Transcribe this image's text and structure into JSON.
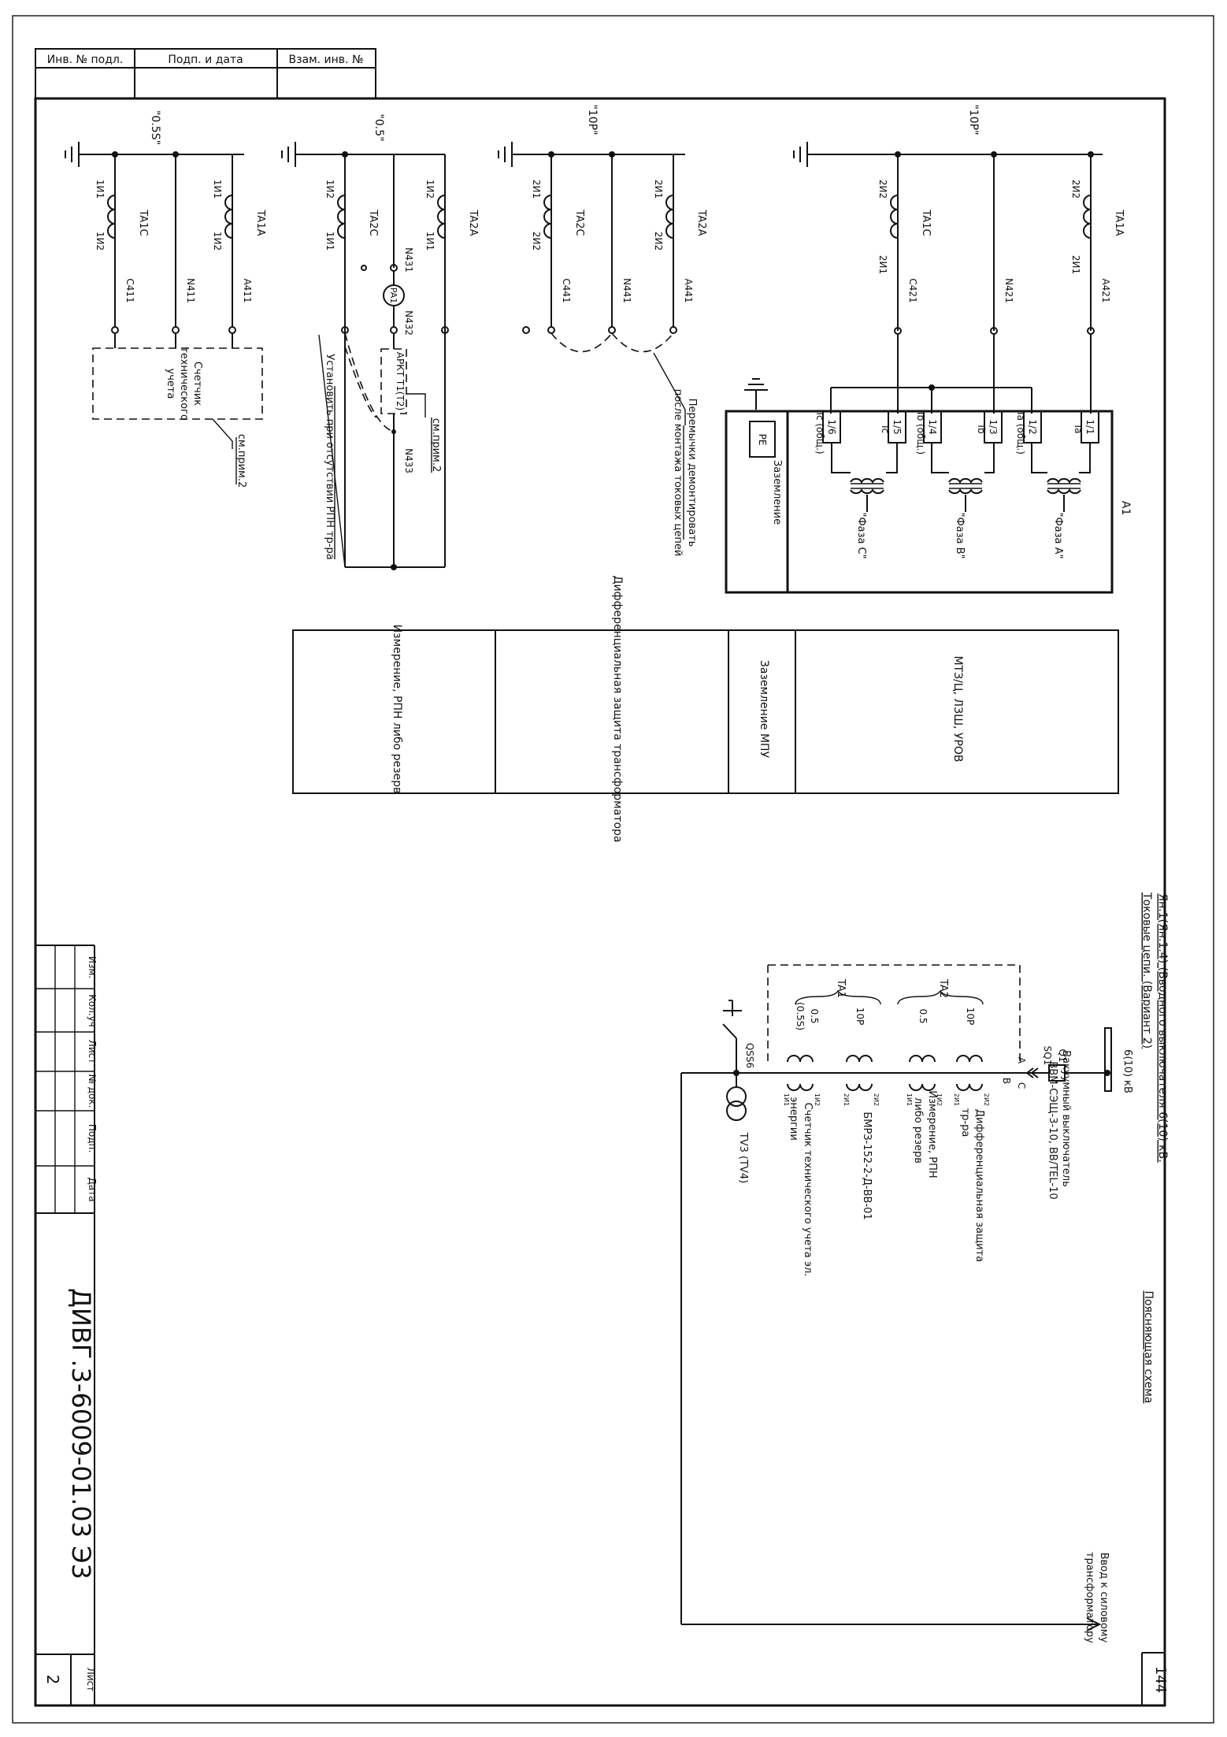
{
  "frame": {
    "top_table": [
      "Инв. № подл.",
      "Подп. и дата",
      "Взам. инв. №"
    ],
    "sheet_number": "144",
    "doc_code": "ДИВГ.3-6009-01.03 Э3",
    "sheet_label": "Лист",
    "sheet_value": "2",
    "rev_table": [
      "Изм.",
      "Кол.уч",
      "Лист",
      "№ док.",
      "Подп.",
      "Дата"
    ]
  },
  "title": {
    "line1": "Ян.1(Ян.1.4) (Вводного выключателя 6(10) кВ.",
    "line2": "Токовые цепи. (Вариант 2)",
    "explanatory": "Поясняющая схема"
  },
  "branches": {
    "b1_class": "\"10Р\"",
    "b2_class": "\"10Р\"",
    "b3_class": "\"0.5\"",
    "b4_class": "\"0.5S\"",
    "ta1a": "TA1A",
    "ta1c": "TA1C",
    "ta2a": "TA2A",
    "ta2c": "TA2C",
    "ta1a_b": "TA1A",
    "ta1c_b": "TA1C",
    "i1": "1И1",
    "i2": "1И2",
    "ii1": "2И1",
    "ii2": "2И2",
    "a421": "A421",
    "n421": "N421",
    "c421": "C421",
    "a441": "A441",
    "n441": "N441",
    "c441": "C441",
    "n431": "N431",
    "n432": "N432",
    "n433": "N433",
    "a411": "A411",
    "n411": "N411",
    "c411": "C411",
    "pa1": "PA1",
    "arkt": "АРКТ Т1(Т2)",
    "note_prim": "см.прим.2",
    "note_prim2": "см.прим.2",
    "install_note": "Установить при отсутствии РПН тр-ра",
    "jumper_note1": "Перемычки демонтировать",
    "jumper_note2": "после монтажа токовых цепей",
    "meter_label1": "Счетчик",
    "meter_label2": "технического",
    "meter_label3": "учета"
  },
  "device_a1": {
    "name": "A1",
    "terminals": [
      "1/1",
      "1/2",
      "1/3",
      "1/4",
      "1/5",
      "1/6"
    ],
    "labels": [
      "Ia",
      "Ia (общ.)",
      "Ib",
      "Ib (общ.)",
      "Ic",
      "Ic (общ.)"
    ],
    "phases": [
      "\"Фаза А\"",
      "\"Фаза В\"",
      "\"Фаза С\""
    ],
    "ground_label": "Заземление",
    "pe": "PE"
  },
  "purpose_table": [
    "МТЗ/Ц, ЛЗШ, УРОВ",
    "Заземление МПУ",
    "Дифференциальная защита трансформатора",
    "Измерение, РПН либо резерв"
  ],
  "single_line": {
    "bus": "6(10) кВ",
    "q1": "Q1",
    "sq1": "SQ1",
    "breaker1": "Вакуумный выключатель",
    "breaker2": "ВВМ-СЭЩ-3-10, ВВ/TEL-10",
    "ta1": "TA1",
    "ta2": "TA2",
    "cls_05s": "(0.5S)",
    "cls_05": "0.5",
    "cls_10p": "10Р",
    "cls_05b": "0.5",
    "cls_10pb": "10Р",
    "phase_a": "A",
    "phase_b": "B",
    "phase_c": "C",
    "qss": "QSS6",
    "tv": "TV3 (TV4)",
    "user1": "Дифференциальная защита",
    "user1b": "тр-ра",
    "user2": "Измерение, РПН",
    "user2b": "либо резерв",
    "user3": "БМРЗ-152-2-Д-ВВ-01",
    "user4": "Счетчик технического учета эл.",
    "user4b": "энергии",
    "output1": "Ввод к силовому",
    "output2": "трансформатору",
    "w1": "1И1",
    "w2": "1И2",
    "w3": "2И1",
    "w4": "2И2",
    "w5": "1И1",
    "w6": "1И2",
    "w7": "2И1",
    "w8": "2И2"
  }
}
